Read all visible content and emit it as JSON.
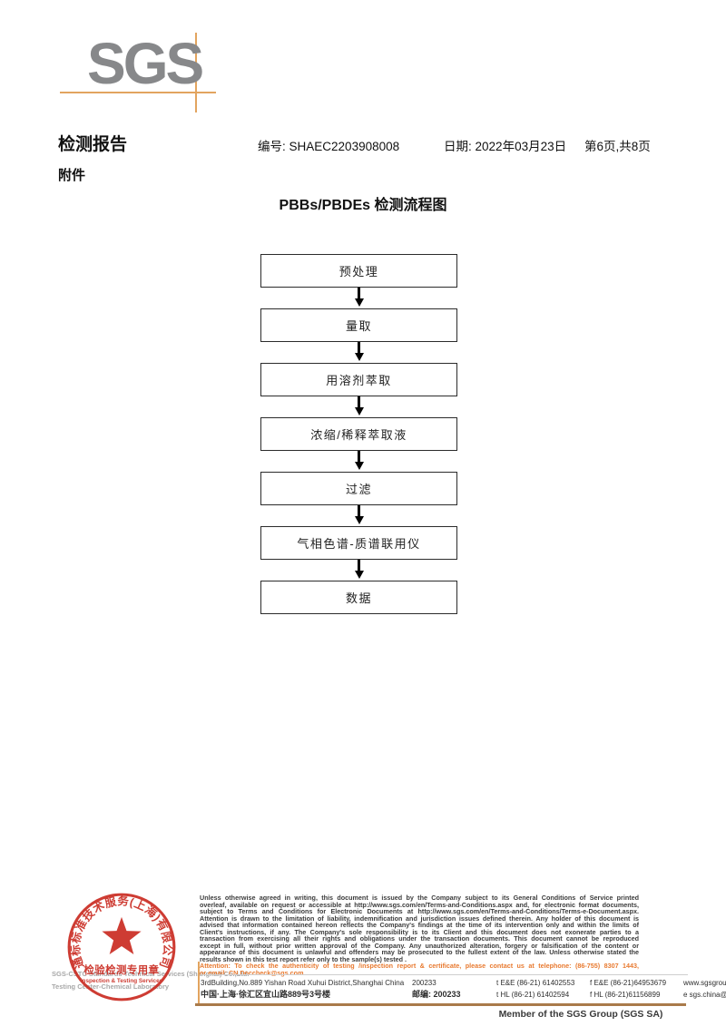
{
  "logo": {
    "text": "SGS"
  },
  "header": {
    "report_title": "检测报告",
    "report_no_label": "编号:",
    "report_no": "SHAEC2203908008",
    "date_label": "日期:",
    "date": "2022年03月23日",
    "page_info": "第6页,共8页",
    "attachment": "附件"
  },
  "flowchart": {
    "title": "PBBs/PBDEs 检测流程图",
    "steps": [
      "预处理",
      "量取",
      "用溶剂萃取",
      "浓缩/稀释萃取液",
      "过滤",
      "气相色谱-质谱联用仪",
      "数据"
    ]
  },
  "stamp": {
    "ring_text": "通标标准技术服务(上海)有限公司",
    "center_line1": "检验检测专用章",
    "center_line2": "Inspection & Testing Services",
    "color": "#c9281e"
  },
  "footer": {
    "company_gray_1": "SGS-CSTC Standards Technical Services (Shanghai) Co.,Ltd.",
    "company_gray_2": "Testing Center-Chemical Laboratory",
    "legal_lines": [
      "Unless otherwise agreed in writing, this document is issued by the Company subject to its General Conditions of Service printed",
      "overleaf, available on request or accessible at http://www.sgs.com/en/Terms-and-Conditions.aspx and, for electronic format documents,",
      "subject to Terms and Conditions for Electronic Documents at http://www.sgs.com/en/Terms-and-Conditions/Terms-e-Document.aspx.",
      "Attention is drawn to the limitation of liability, indemnification and jurisdiction issues defined therein. Any holder of this document is",
      "advised that information contained hereon reflects the Company's findings at the time of its intervention only and within the limits of",
      "Client's instructions, if any. The Company's sole responsibility is to its Client and this document does not exonerate parties to a",
      "transaction from exercising all their rights and obligations under the transaction documents. This document cannot be reproduced",
      "except in full, without prior written approval of the Company. Any unauthorized alteration, forgery or falsification of the content or",
      "appearance of this document is unlawful and offenders may be prosecuted to the fullest extent of the law. Unless otherwise stated the",
      "results shown in this test report refer only to the sample(s) tested ."
    ],
    "attention_lines": [
      "Attention: To check the authenticity of testing /inspection report & certificate, please contact us at telephone: (86-755) 8307 1443,",
      "or email: CN.Doccheck@sgs.com"
    ],
    "address_en": "3rdBuilding,No.889 Yishan Road Xuhui District,Shanghai China",
    "postcode_en": "200233",
    "tel_en": "t E&E (86-21) 61402553",
    "fax_en": "f E&E (86-21)64953679",
    "web": "www.sgsgroup.com.cn",
    "address_cn": "中国·上海·徐汇区宜山路889号3号楼",
    "postcode_cn": "邮编: 200233",
    "tel_cn": "t HL (86-21) 61402594",
    "fax_cn": "f HL (86-21)61156899",
    "email": "e sgs.china@sgs.com",
    "member": "Member of the SGS Group (SGS SA)"
  },
  "colors": {
    "accent_orange": "#e2a45f",
    "attention_orange": "#e87a30",
    "stamp_red": "#c9281e",
    "logo_gray": "#87888a",
    "footer_line_brown": "#a97a4a"
  }
}
